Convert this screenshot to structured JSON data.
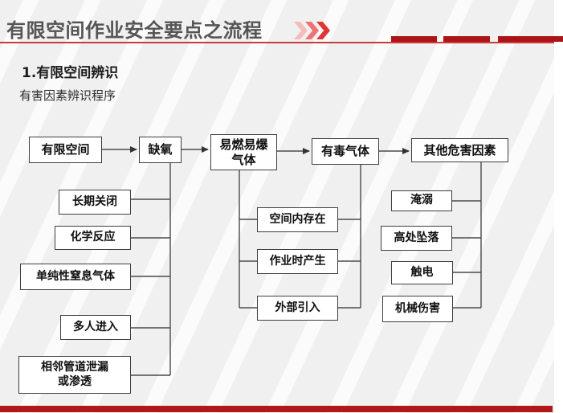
{
  "header": {
    "title": "有限空间作业安全要点之流程",
    "decoration_icon": "triple-chevron-right-icon",
    "accent_red": "#c93a3a",
    "dash_color": "#ad1417",
    "chevron_colors": [
      "#f5bcbc",
      "#ee7272",
      "#e23636"
    ],
    "title_color": "#575554"
  },
  "section": {
    "heading": "1.有限空间辨识",
    "subheading": "有害因素辨识程序"
  },
  "flowchart": {
    "main_chain": [
      "有限空间",
      "缺氧",
      "易燃易爆\n气体",
      "有毒气体",
      "其他危害因素"
    ],
    "oxygen_causes": [
      "长期关闭",
      "化学反应",
      "单纯性窒息气体",
      "多人进入",
      "相邻管道泄漏\n或渗透"
    ],
    "gas_sources": [
      "空间内存在",
      "作业时产生",
      "外部引入"
    ],
    "other_hazards": [
      "淹溺",
      "高处坠落",
      "触电",
      "机械伤害"
    ],
    "line_color": "#4a4a4a",
    "box_border_color": "#3f3f3f"
  },
  "footer": {
    "bar_color": "#b21818"
  }
}
